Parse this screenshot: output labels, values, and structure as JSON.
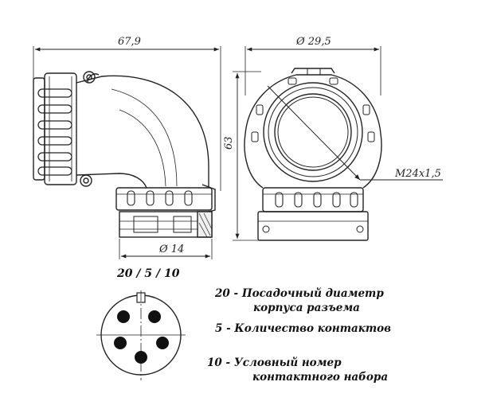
{
  "dimensions": {
    "overall_length": "67,9",
    "body_diameter": "Ø 29,5",
    "height": "63",
    "thread": "M24x1,5",
    "cable_diameter": "Ø 14"
  },
  "designation": {
    "code": "20 / 5 / 10"
  },
  "legend": [
    {
      "key": "20",
      "dash": "-",
      "line1": "Посадочный диаметр",
      "line2": "корпуса разъема"
    },
    {
      "key": "5",
      "dash": "-",
      "line1": "Количество контактов",
      "line2": ""
    },
    {
      "key": "10",
      "dash": "-",
      "line1": "Условный номер",
      "line2": "контактного набора"
    }
  ]
}
